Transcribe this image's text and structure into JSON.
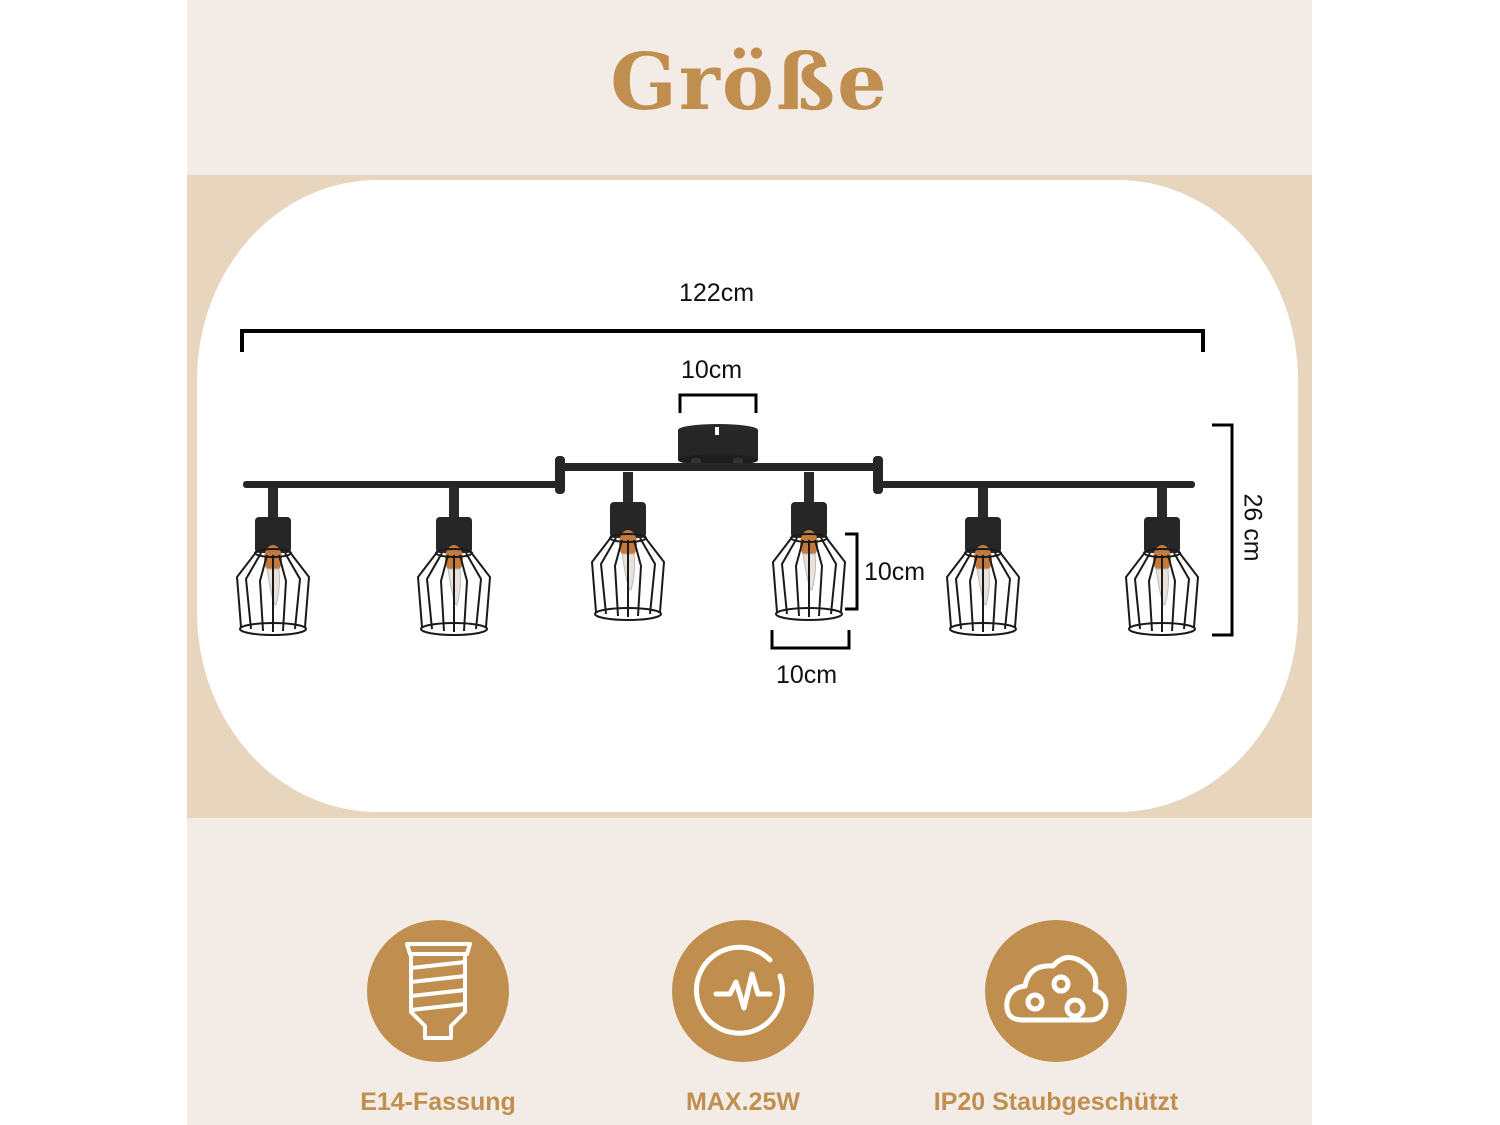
{
  "header": {
    "title": "Größe"
  },
  "dimensions": {
    "total_length": "122cm",
    "canopy_width": "10cm",
    "shade_height": "10cm",
    "shade_width": "10cm",
    "total_height": "26 cm"
  },
  "product": {
    "spot_count": 6
  },
  "features": [
    {
      "icon": "e14-socket-icon",
      "label": "E14-Fassung"
    },
    {
      "icon": "power-pulse-icon",
      "label": "MAX.25W"
    },
    {
      "icon": "dust-cloud-icon",
      "label": "IP20 Staubgeschützt"
    }
  ],
  "colors": {
    "accent": "#c08f4f",
    "background": "#f3ece6",
    "tan_band": "#e8d5bd",
    "card": "#ffffff",
    "lamp": "#222222",
    "bulb_base": "#c47a3e"
  }
}
